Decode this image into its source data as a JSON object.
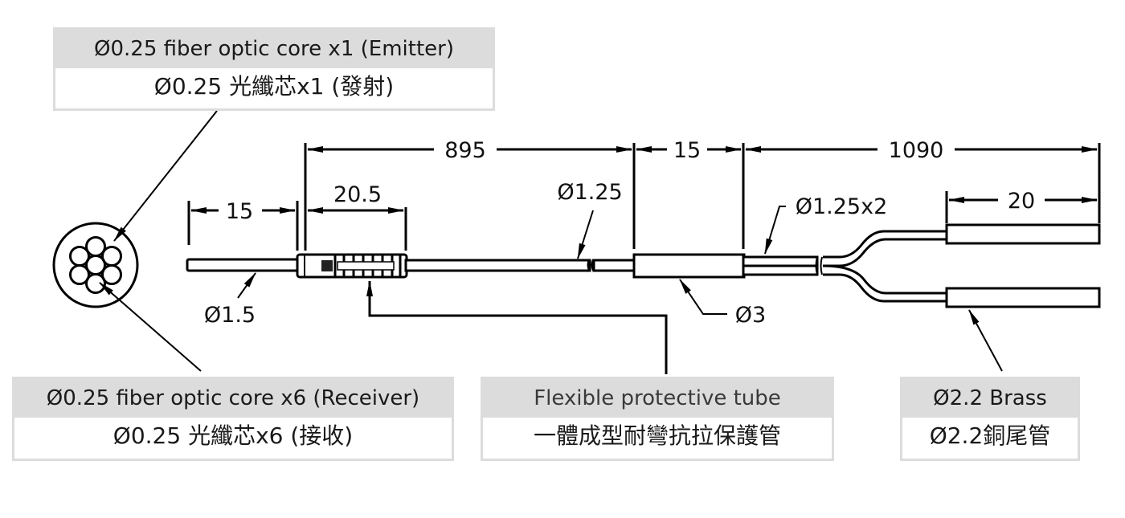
{
  "labels": {
    "emitter": {
      "en": "Ø0.25 fiber optic core x1 (Emitter)",
      "zh": "Ø0.25 光纖芯x1 (發射)"
    },
    "receiver": {
      "en": "Ø0.25 fiber optic core x6 (Receiver)",
      "zh": "Ø0.25 光纖芯x6 (接收)"
    },
    "tube": {
      "en": "Flexible protective tube",
      "zh": "一體成型耐彎抗拉保護管"
    },
    "brass": {
      "en": "Ø2.2 Brass",
      "zh": "Ø2.2銅尾管"
    }
  },
  "dimensions": {
    "tip_length": "15",
    "sleeve_length": "20.5",
    "cable_length_1": "895",
    "splitter_length": "15",
    "cable_length_2": "1090",
    "brass_length": "20",
    "tip_diameter": "Ø1.5",
    "cable_diameter": "Ø1.25",
    "splitter_diameter": "Ø3",
    "branch_diameter": "Ø1.25x2"
  },
  "cross_section": {
    "cores_total": 7,
    "emitter_cores": 1,
    "receiver_cores": 6
  }
}
